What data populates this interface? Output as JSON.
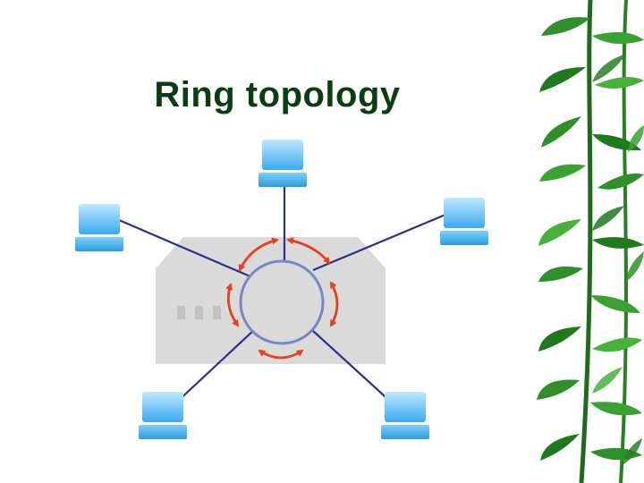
{
  "slide": {
    "title": "Ring topology"
  },
  "diagram": {
    "topology": "ring",
    "nodes": [
      "top",
      "left",
      "right",
      "bottom-left",
      "bottom-right"
    ],
    "colors": {
      "title": "#0b3d12",
      "cable": "#2b2f8f",
      "hub_body": "#dadada",
      "ring": "#7a86c6",
      "arrows": "#e8401c",
      "computer": "#55bff5"
    }
  },
  "decoration": {
    "right_border": "bamboo-leaves"
  }
}
